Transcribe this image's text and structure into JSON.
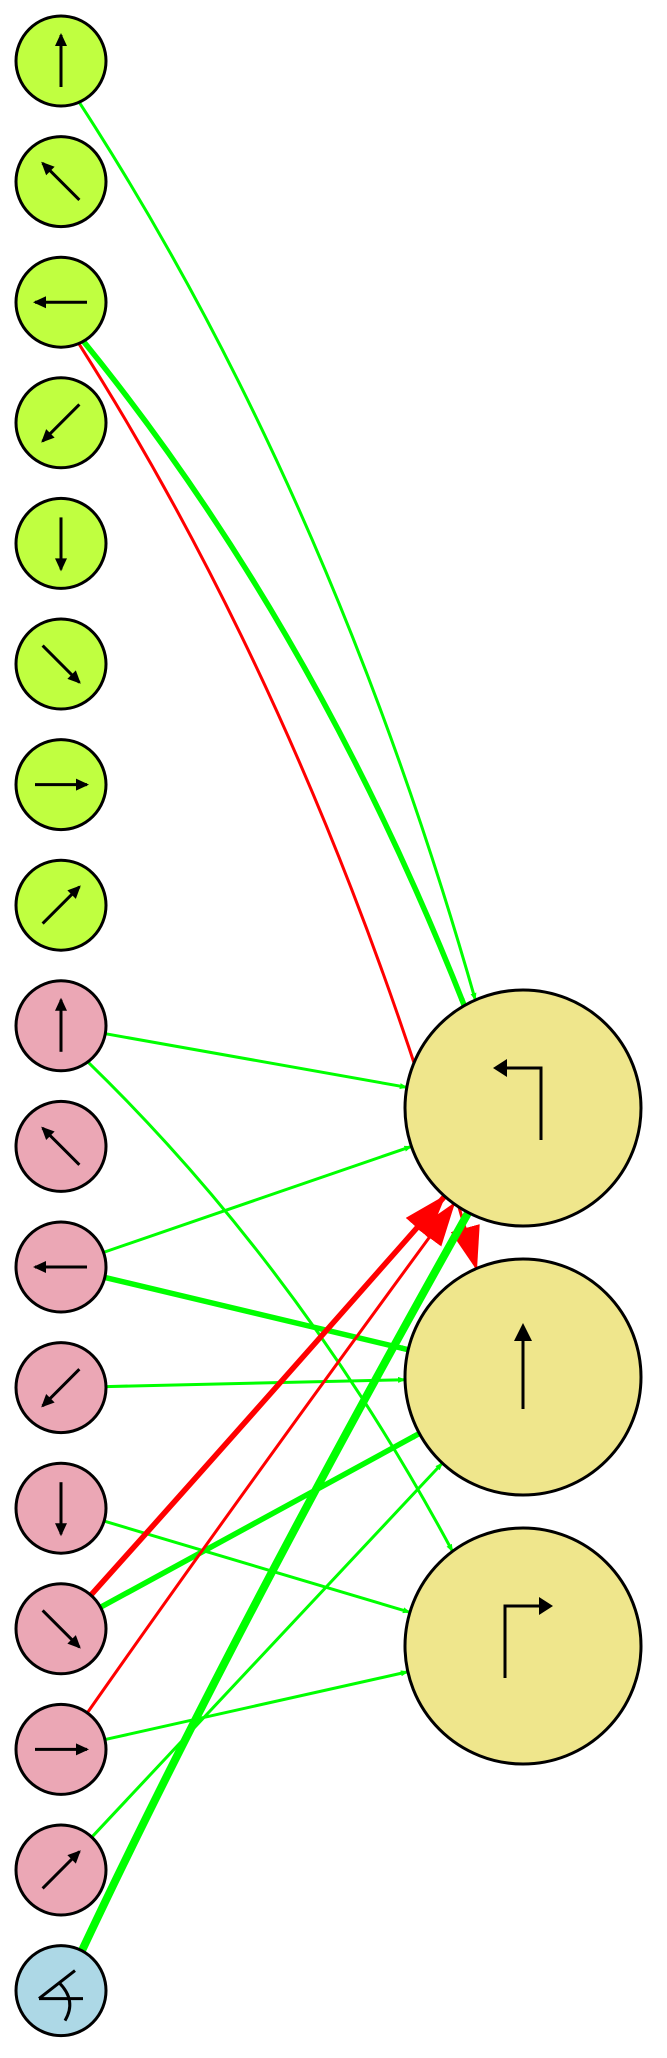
{
  "colors": {
    "lime_node": "#c0ff40",
    "pink_node": "#eba7b5",
    "blue_node": "#add8e6",
    "output_node": "#efe68c",
    "excite": "#00ff00",
    "inhibit": "#ff0000"
  },
  "input_nodes": [
    {
      "id": "L0",
      "group": "lime",
      "icon": "arrow-up-icon"
    },
    {
      "id": "L1",
      "group": "lime",
      "icon": "arrow-up-left-icon"
    },
    {
      "id": "L2",
      "group": "lime",
      "icon": "arrow-left-icon"
    },
    {
      "id": "L3",
      "group": "lime",
      "icon": "arrow-down-left-icon"
    },
    {
      "id": "L4",
      "group": "lime",
      "icon": "arrow-down-icon"
    },
    {
      "id": "L5",
      "group": "lime",
      "icon": "arrow-down-right-icon"
    },
    {
      "id": "L6",
      "group": "lime",
      "icon": "arrow-right-icon"
    },
    {
      "id": "L7",
      "group": "lime",
      "icon": "arrow-up-right-icon"
    },
    {
      "id": "P0",
      "group": "pink",
      "icon": "arrow-up-icon"
    },
    {
      "id": "P1",
      "group": "pink",
      "icon": "arrow-up-left-icon"
    },
    {
      "id": "P2",
      "group": "pink",
      "icon": "arrow-left-icon"
    },
    {
      "id": "P3",
      "group": "pink",
      "icon": "arrow-down-left-icon"
    },
    {
      "id": "P4",
      "group": "pink",
      "icon": "arrow-down-icon"
    },
    {
      "id": "P5",
      "group": "pink",
      "icon": "arrow-down-right-icon"
    },
    {
      "id": "P6",
      "group": "pink",
      "icon": "arrow-right-icon"
    },
    {
      "id": "P7",
      "group": "pink",
      "icon": "arrow-up-right-icon"
    },
    {
      "id": "B0",
      "group": "blue",
      "icon": "angle-icon"
    }
  ],
  "output_nodes": [
    {
      "id": "O0",
      "icon": "turn-left-icon"
    },
    {
      "id": "O1",
      "icon": "straight-icon"
    },
    {
      "id": "O2",
      "icon": "turn-right-icon"
    }
  ],
  "edges": [
    {
      "from": "L0",
      "to": "O0",
      "sign": "excite",
      "weight": 1
    },
    {
      "from": "L2",
      "to": "O0",
      "sign": "excite",
      "weight": 2
    },
    {
      "from": "L2",
      "to": "O1",
      "sign": "inhibit",
      "weight": 1
    },
    {
      "from": "P0",
      "to": "O0",
      "sign": "excite",
      "weight": 1
    },
    {
      "from": "P0",
      "to": "O2",
      "sign": "excite",
      "weight": 1
    },
    {
      "from": "P2",
      "to": "O0",
      "sign": "excite",
      "weight": 1
    },
    {
      "from": "P2",
      "to": "O1",
      "sign": "excite",
      "weight": 2
    },
    {
      "from": "P3",
      "to": "O1",
      "sign": "excite",
      "weight": 1
    },
    {
      "from": "P4",
      "to": "O2",
      "sign": "excite",
      "weight": 1
    },
    {
      "from": "P5",
      "to": "O0",
      "sign": "inhibit",
      "weight": 2
    },
    {
      "from": "P5",
      "to": "O1",
      "sign": "excite",
      "weight": 2
    },
    {
      "from": "P6",
      "to": "O0",
      "sign": "inhibit",
      "weight": 1
    },
    {
      "from": "P6",
      "to": "O2",
      "sign": "excite",
      "weight": 1
    },
    {
      "from": "P7",
      "to": "O1",
      "sign": "excite",
      "weight": 1
    },
    {
      "from": "B0",
      "to": "O0",
      "sign": "excite",
      "weight": 3
    }
  ]
}
